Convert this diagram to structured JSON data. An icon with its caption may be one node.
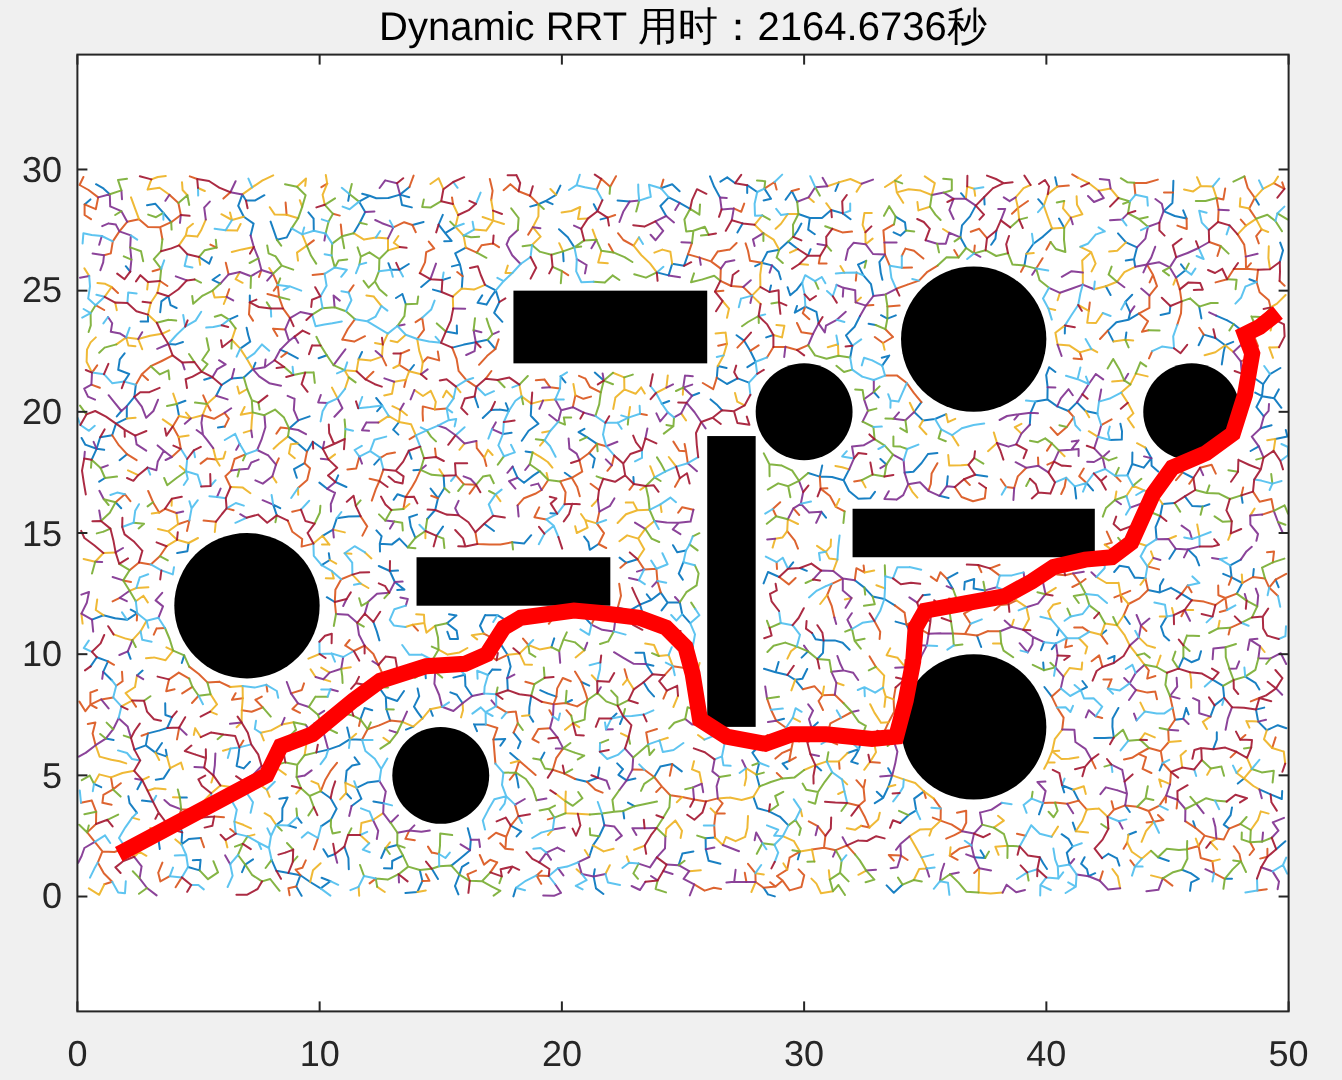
{
  "diagram": {
    "chart_data": {
      "type": "line",
      "title": "Dynamic RRT 用时：2164.6736秒",
      "x": [
        2.0,
        7.8,
        8.4,
        9.7,
        11.4,
        12.5,
        14.4,
        16.0,
        16.9,
        17.6,
        18.3,
        20.5,
        21.6,
        23.2,
        24.3,
        25.1,
        25.4,
        25.7,
        26.8,
        28.4,
        29.5,
        30.9,
        32.8,
        33.8,
        34.2,
        34.5,
        34.6,
        35.0,
        36.7,
        38.3,
        39.4,
        40.3,
        41.6,
        42.7,
        43.5,
        44.4,
        45.2,
        46.6,
        47.7,
        48.2,
        48.5,
        48.2,
        48.8,
        49.3
      ],
      "series": [
        {
          "color": "#ff0000",
          "values": [
            1.9,
            5.0,
            6.2,
            6.7,
            8.1,
            8.9,
            9.5,
            9.6,
            10.0,
            11.1,
            11.5,
            11.8,
            11.7,
            11.5,
            11.1,
            10.3,
            9.2,
            7.3,
            6.6,
            6.3,
            6.7,
            6.7,
            6.5,
            6.6,
            8.1,
            9.7,
            11.1,
            11.8,
            12.1,
            12.4,
            13.0,
            13.6,
            13.9,
            14.0,
            14.6,
            16.6,
            17.7,
            18.3,
            19.1,
            20.7,
            22.4,
            23.2,
            23.5,
            23.9
          ]
        }
      ],
      "xlim": [
        0,
        50
      ],
      "ylim": [
        -4.74,
        34.74
      ],
      "xticks": [
        0,
        10,
        20,
        30,
        40,
        50
      ],
      "yticks": [
        0,
        5,
        10,
        15,
        20,
        25,
        30
      ]
    }
  }
}
